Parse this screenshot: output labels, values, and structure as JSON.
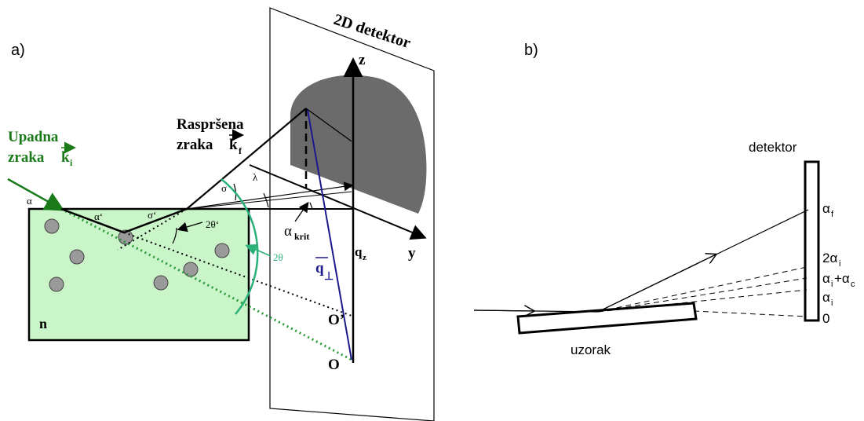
{
  "panel_a": {
    "label": "a)",
    "detector_title": "2D detektor",
    "incident_beam": {
      "line1": "Upadna",
      "line2": "zraka",
      "vector": "k",
      "subscript": "i"
    },
    "scattered_beam": {
      "line1": "Raspršena",
      "line2": "zraka",
      "vector": "k",
      "subscript": "f"
    },
    "axis_z": "z",
    "axis_y": "y",
    "qz": {
      "base": "q",
      "sub": "z"
    },
    "q_perp": {
      "base": "q",
      "sub": "⊥"
    },
    "alpha_krit": {
      "base": "α",
      "sub": "krit"
    },
    "angle_alpha": "α",
    "angle_alpha_prime": "α‘",
    "angle_sigma": "σ",
    "angle_sigma_prime": "σ‘",
    "angle_lambda": "λ",
    "angle_2theta_prime": "2θ‘",
    "angle_2theta": "2θ",
    "point_o_prime": "O’",
    "point_o": "O",
    "medium_n": "n"
  },
  "panel_b": {
    "label": "b)",
    "detector_label": "detektor",
    "sample_label": "uzorak",
    "alpha_f": {
      "base": "α",
      "sub": "f"
    },
    "two_alpha_i": {
      "pre": "2α",
      "sub": "i"
    },
    "alpha_i_plus_alpha_c": {
      "base": "α",
      "sub1": "i",
      "mid": "+α",
      "sub2": "c"
    },
    "alpha_i": {
      "base": "α",
      "sub": "i"
    },
    "zero": "0"
  },
  "colors": {
    "green_dark": "#1a7a1a",
    "green_medium": "#2a9a3a",
    "green_light_fill": "#c9f5c9",
    "teal": "#2bb07a",
    "navy": "#1a1a8c",
    "gray_shape": "#6b6b6b",
    "particle_fill": "#9a9a9a"
  }
}
